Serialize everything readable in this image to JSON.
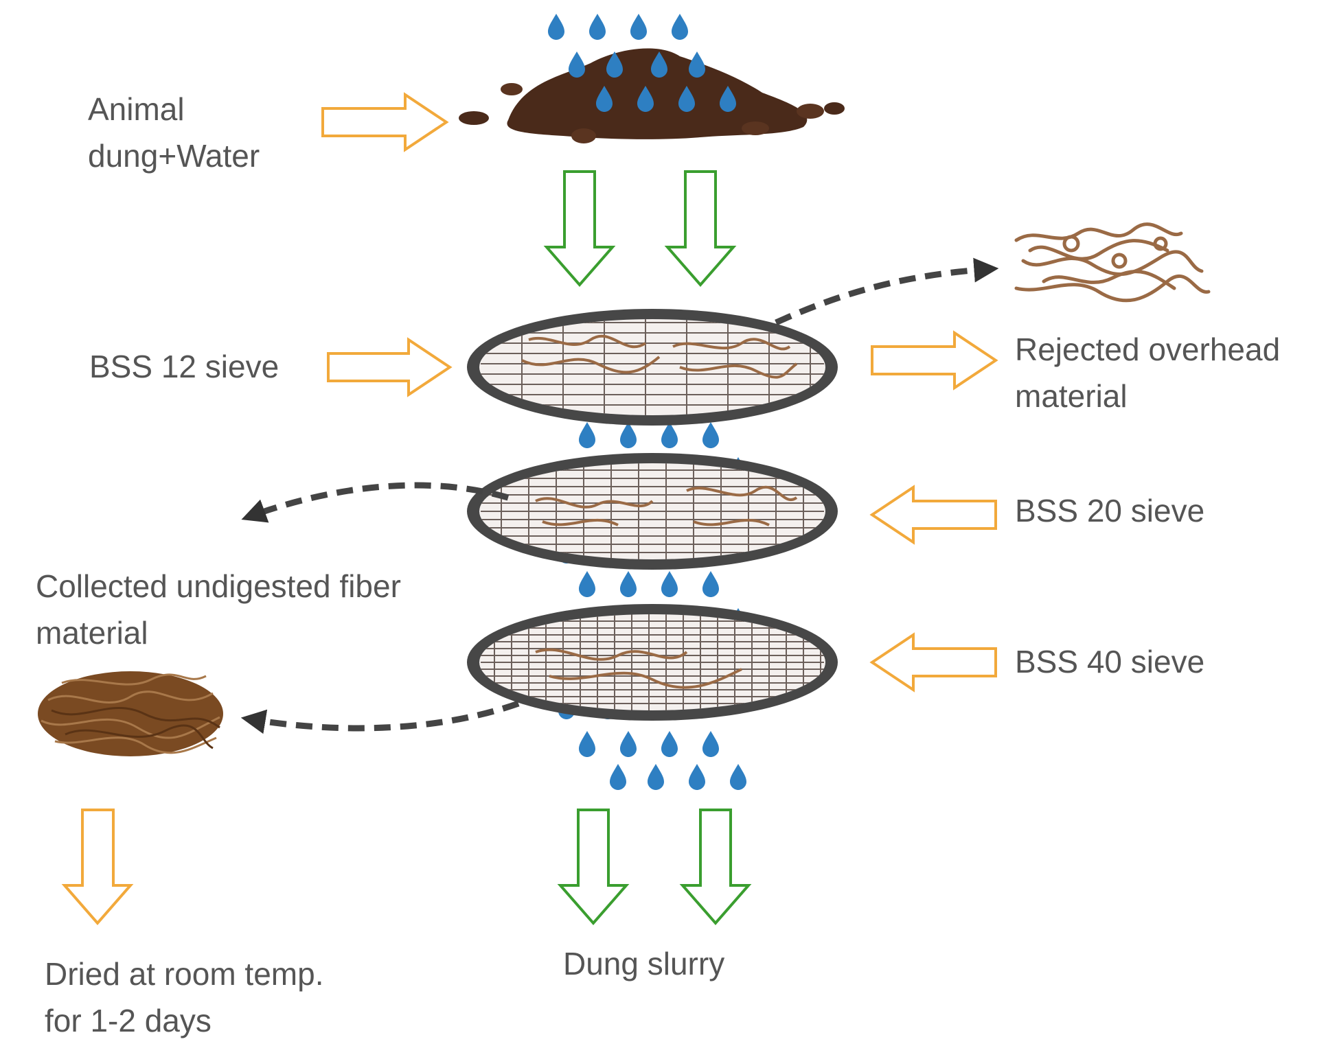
{
  "labels": {
    "input": [
      "Animal",
      "dung+Water"
    ],
    "sieve_12": "BSS 12 sieve",
    "sieve_20": "BSS 20 sieve",
    "sieve_40": "BSS 40 sieve",
    "rejected": [
      "Rejected overhead",
      "material"
    ],
    "collected": [
      "Collected undigested fiber",
      "material"
    ],
    "dried": [
      "Dried at room temp.",
      "for 1-2 days"
    ],
    "slurry": "Dung slurry"
  },
  "colors": {
    "text": "#555555",
    "orange_arrow": "#f2a93b",
    "green_arrow": "#3a9e2f",
    "water_drop": "#2e7fc2",
    "sieve_rim": "#474747",
    "fiber": "#8b5a32",
    "dung": "#4a2a1a",
    "dashed_arrow": "#444444"
  },
  "icons": [
    "dung-pile-icon",
    "water-drop-icon",
    "sieve-icon",
    "fiber-pile-icon",
    "hollow-arrow-icon",
    "dashed-curved-arrow-icon"
  ]
}
